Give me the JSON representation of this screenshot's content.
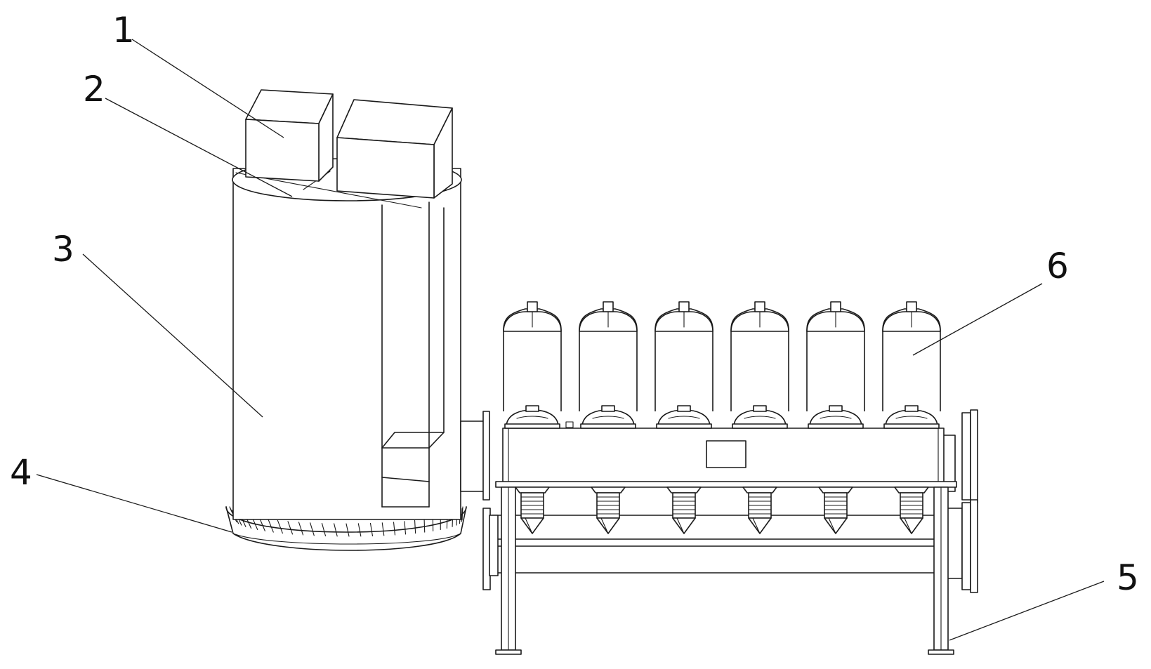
{
  "callouts": [
    {
      "id": "1",
      "label": "1"
    },
    {
      "id": "2",
      "label": "2"
    },
    {
      "id": "3",
      "label": "3"
    },
    {
      "id": "4",
      "label": "4"
    },
    {
      "id": "5",
      "label": "5"
    },
    {
      "id": "6",
      "label": "6"
    }
  ],
  "filter_unit_count": 6,
  "colors": {
    "line": "#1a1a1a",
    "background": "#ffffff"
  }
}
